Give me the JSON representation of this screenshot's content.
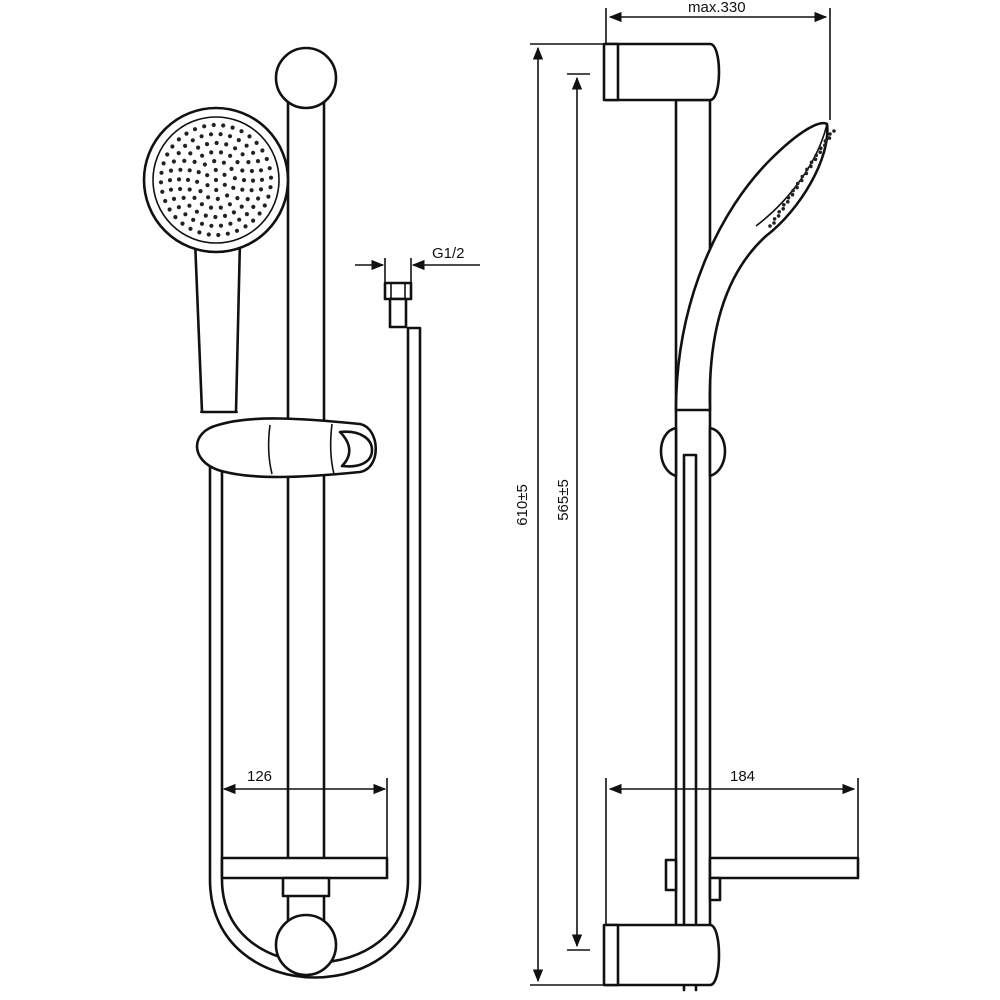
{
  "drawing": {
    "dimensions": {
      "max_width": "max.330",
      "thread": "G1/2",
      "total_height": "610±5",
      "rail_height": "565±5",
      "hose_spacing": "126",
      "depth": "184"
    }
  }
}
